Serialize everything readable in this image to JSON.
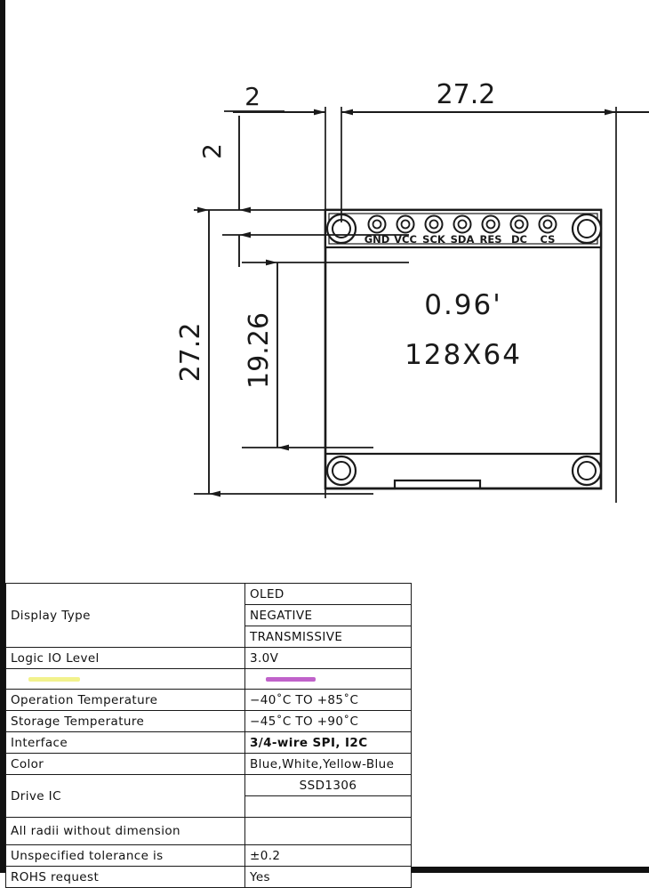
{
  "drawing": {
    "title_text_line1": "0.96'",
    "title_text_line2": "128X64",
    "dimensions": {
      "top_left_horizontal": "2",
      "top_left_vertical": "2",
      "top_width": "27.2",
      "left_height": "27.2",
      "inner_height": "19.26"
    },
    "pins": [
      "GND",
      "VCC",
      "SCK",
      "SDA",
      "RES",
      "DC",
      "CS"
    ],
    "pin_count": 7,
    "mounting_hole_count": 4,
    "line_color": "#1a1a1a"
  },
  "spec_table": {
    "rows": [
      {
        "label": "Display  Type",
        "values": [
          "OLED",
          "NEGATIVE",
          "TRANSMISSIVE"
        ]
      },
      {
        "label": "Logic  IO  Level",
        "values": [
          "3.0V"
        ]
      },
      {
        "label": "",
        "values": [
          ""
        ],
        "highlight_left": "#f2f28c",
        "highlight_right": "#c062ca"
      },
      {
        "label": "Operation  Temperature",
        "values": [
          "−40˚C  TO  +85˚C"
        ]
      },
      {
        "label": "Storage  Temperature",
        "values": [
          "−45˚C  TO  +90˚C"
        ]
      },
      {
        "label": "Interface",
        "values": [
          "3/4-wire SPI, I2C"
        ]
      },
      {
        "label": "Color",
        "values": [
          "Blue,White,Yellow-Blue"
        ]
      },
      {
        "label": "Drive  IC",
        "values": [
          "SSD1306",
          ""
        ]
      },
      {
        "label": "All  radii  without  dimension",
        "values": [
          ""
        ]
      },
      {
        "label": "Unspecified  tolerance  is",
        "values": [
          "±0.2"
        ]
      },
      {
        "label": "ROHS  request",
        "values": [
          "Yes"
        ]
      }
    ],
    "cells": {
      "display_type_label": "Display  Type",
      "display_type_v1": "OLED",
      "display_type_v2": "NEGATIVE",
      "display_type_v3": "TRANSMISSIVE",
      "logic_io_label": "Logic  IO  Level",
      "logic_io_value": "3.0V",
      "highlight_label": "",
      "highlight_value": "",
      "op_temp_label": "Operation  Temperature",
      "op_temp_value": "−40˚C  TO  +85˚C",
      "st_temp_label": "Storage  Temperature",
      "st_temp_value": "−45˚C  TO  +90˚C",
      "interface_label": "Interface",
      "interface_value": "3/4-wire SPI, I2C",
      "color_label": "Color",
      "color_value": "Blue,White,Yellow-Blue",
      "drive_ic_label": "Drive  IC",
      "drive_ic_value": "SSD1306",
      "drive_ic_value2": "",
      "radii_label": "All  radii  without  dimension",
      "radii_value": "",
      "tolerance_label": "Unspecified  tolerance  is",
      "tolerance_value": "±0.2",
      "rohs_label": "ROHS  request",
      "rohs_value": "Yes"
    },
    "highlight_colors": {
      "yellow": "#f2f28c",
      "magenta": "#c062ca"
    }
  }
}
